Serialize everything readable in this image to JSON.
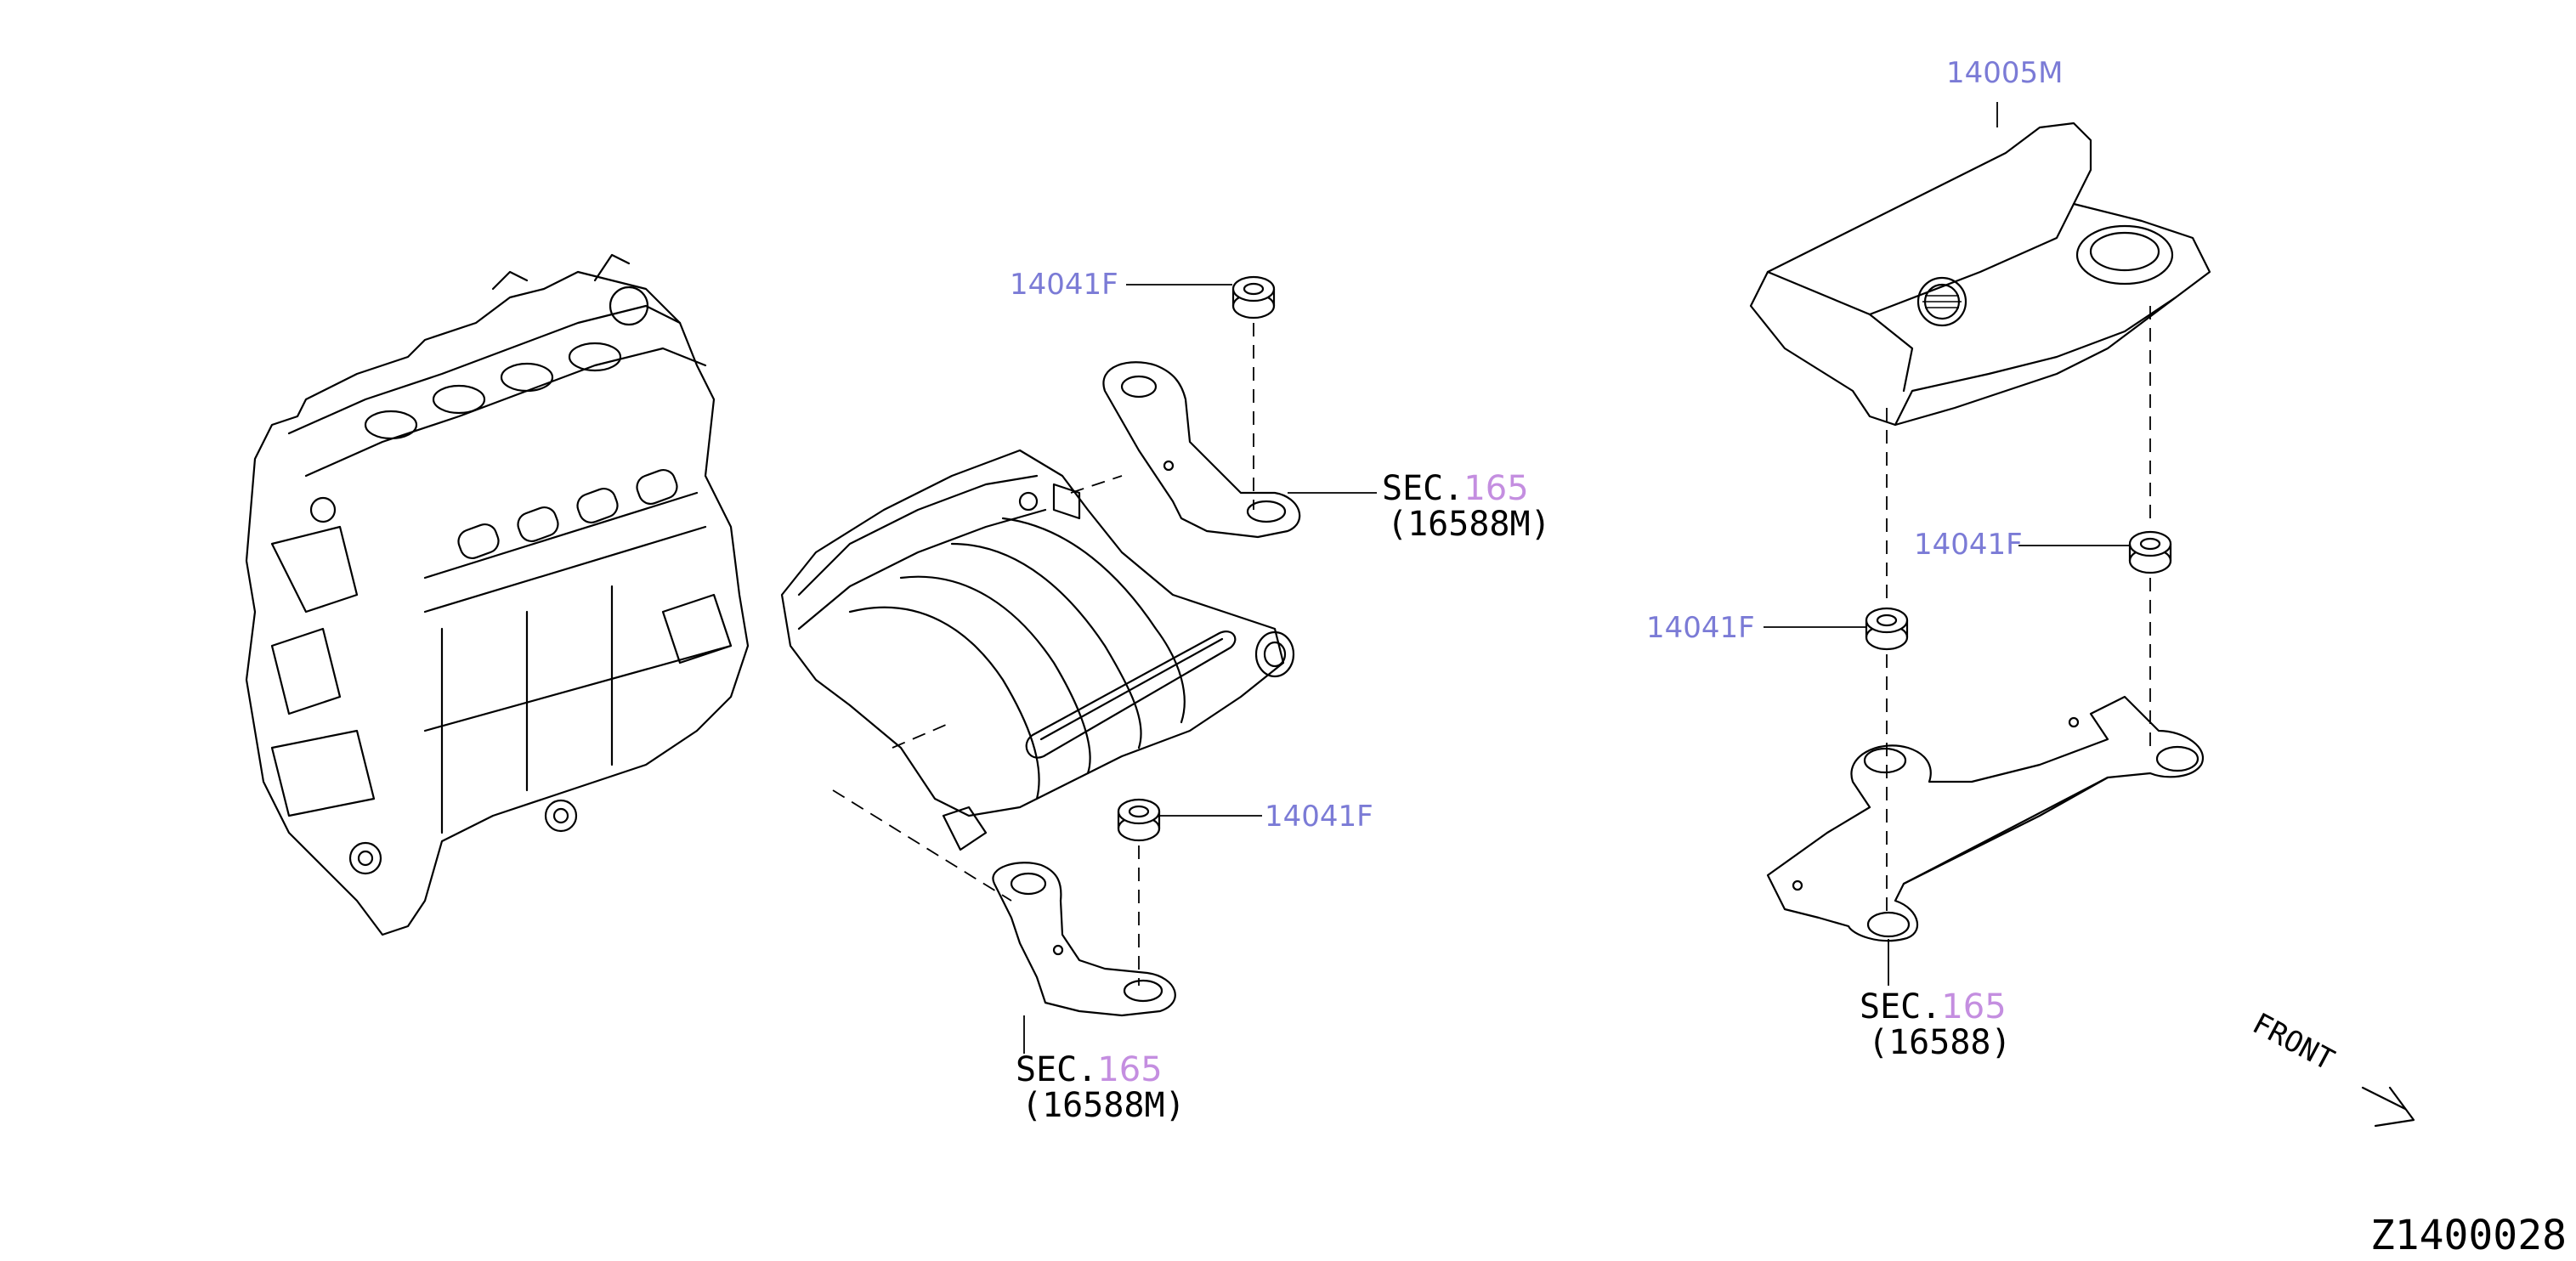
{
  "labels": {
    "engine_cover": "14005M",
    "grommet_top_center": "14041F",
    "grommet_bottom_center": "14041F",
    "grommet_right_upper": "14041F",
    "grommet_right_lower": "14041F"
  },
  "sec_refs": [
    {
      "prefix": "SEC.",
      "number": "165",
      "sub": "(16588M)"
    },
    {
      "prefix": "SEC.",
      "number": "165",
      "sub": "(16588M)"
    },
    {
      "prefix": "SEC.",
      "number": "165",
      "sub": "(16588)"
    }
  ],
  "front_label": "FRONT",
  "diagram_code": "Z1400028",
  "colors": {
    "part_number": "#7b7bd6",
    "section_number": "#c48ee0",
    "line": "#000000"
  }
}
